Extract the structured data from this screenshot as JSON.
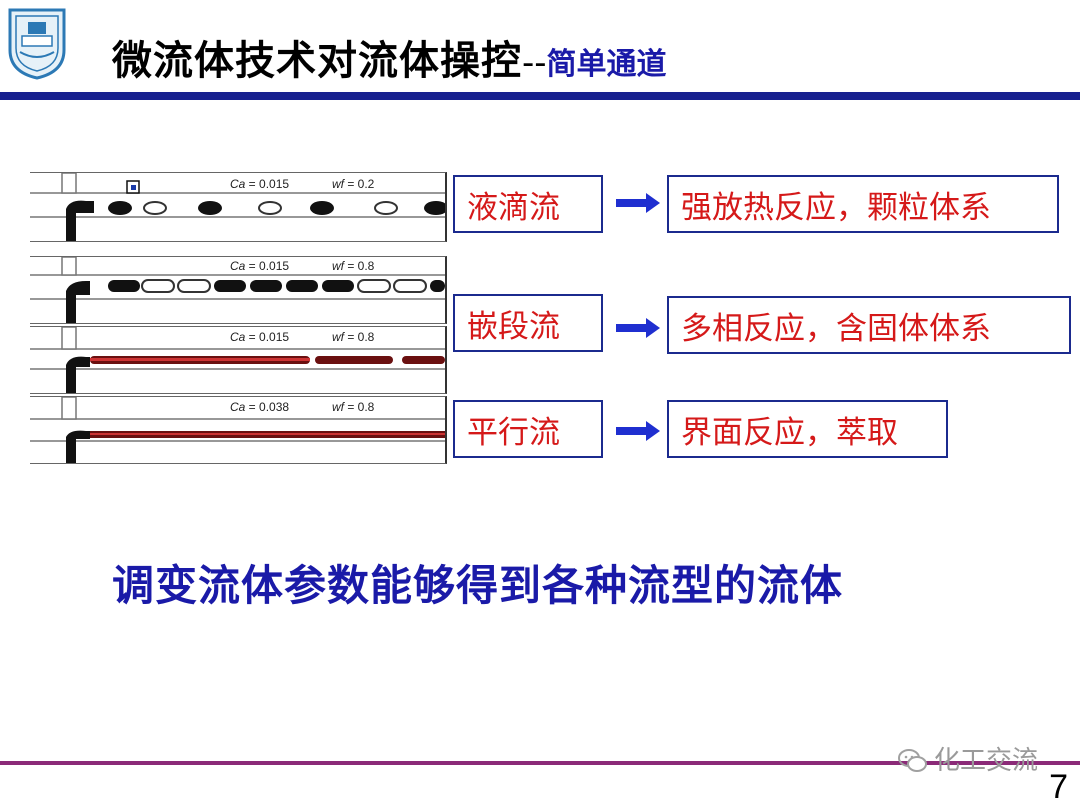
{
  "header": {
    "title": "微流体技术对流体操控",
    "separator": "--",
    "subtitle": "简单通道"
  },
  "panels": [
    {
      "ca": "Ca = 0.015",
      "wf": "wf = 0.2"
    },
    {
      "ca": "Ca = 0.015",
      "wf": "wf = 0.8"
    },
    {
      "ca": "Ca = 0.015",
      "wf": "wf = 0.8"
    },
    {
      "ca": "Ca = 0.038",
      "wf": "wf = 0.8"
    }
  ],
  "flows": [
    {
      "type": "液滴流",
      "application": "强放热反应，颗粒体系"
    },
    {
      "type": "嵌段流",
      "application": "多相反应，含固体体系"
    },
    {
      "type": "平行流",
      "application": "界面反应，萃取"
    }
  ],
  "summary": "调变流体参数能够得到各种流型的流体",
  "watermark": "化工交流",
  "page_number": "7",
  "colors": {
    "title_blue": "#1a1aa8",
    "header_rule": "#17208f",
    "footer_rule": "#8b2a78",
    "label_red": "#d51919",
    "box_border": "#1b2a8e"
  }
}
